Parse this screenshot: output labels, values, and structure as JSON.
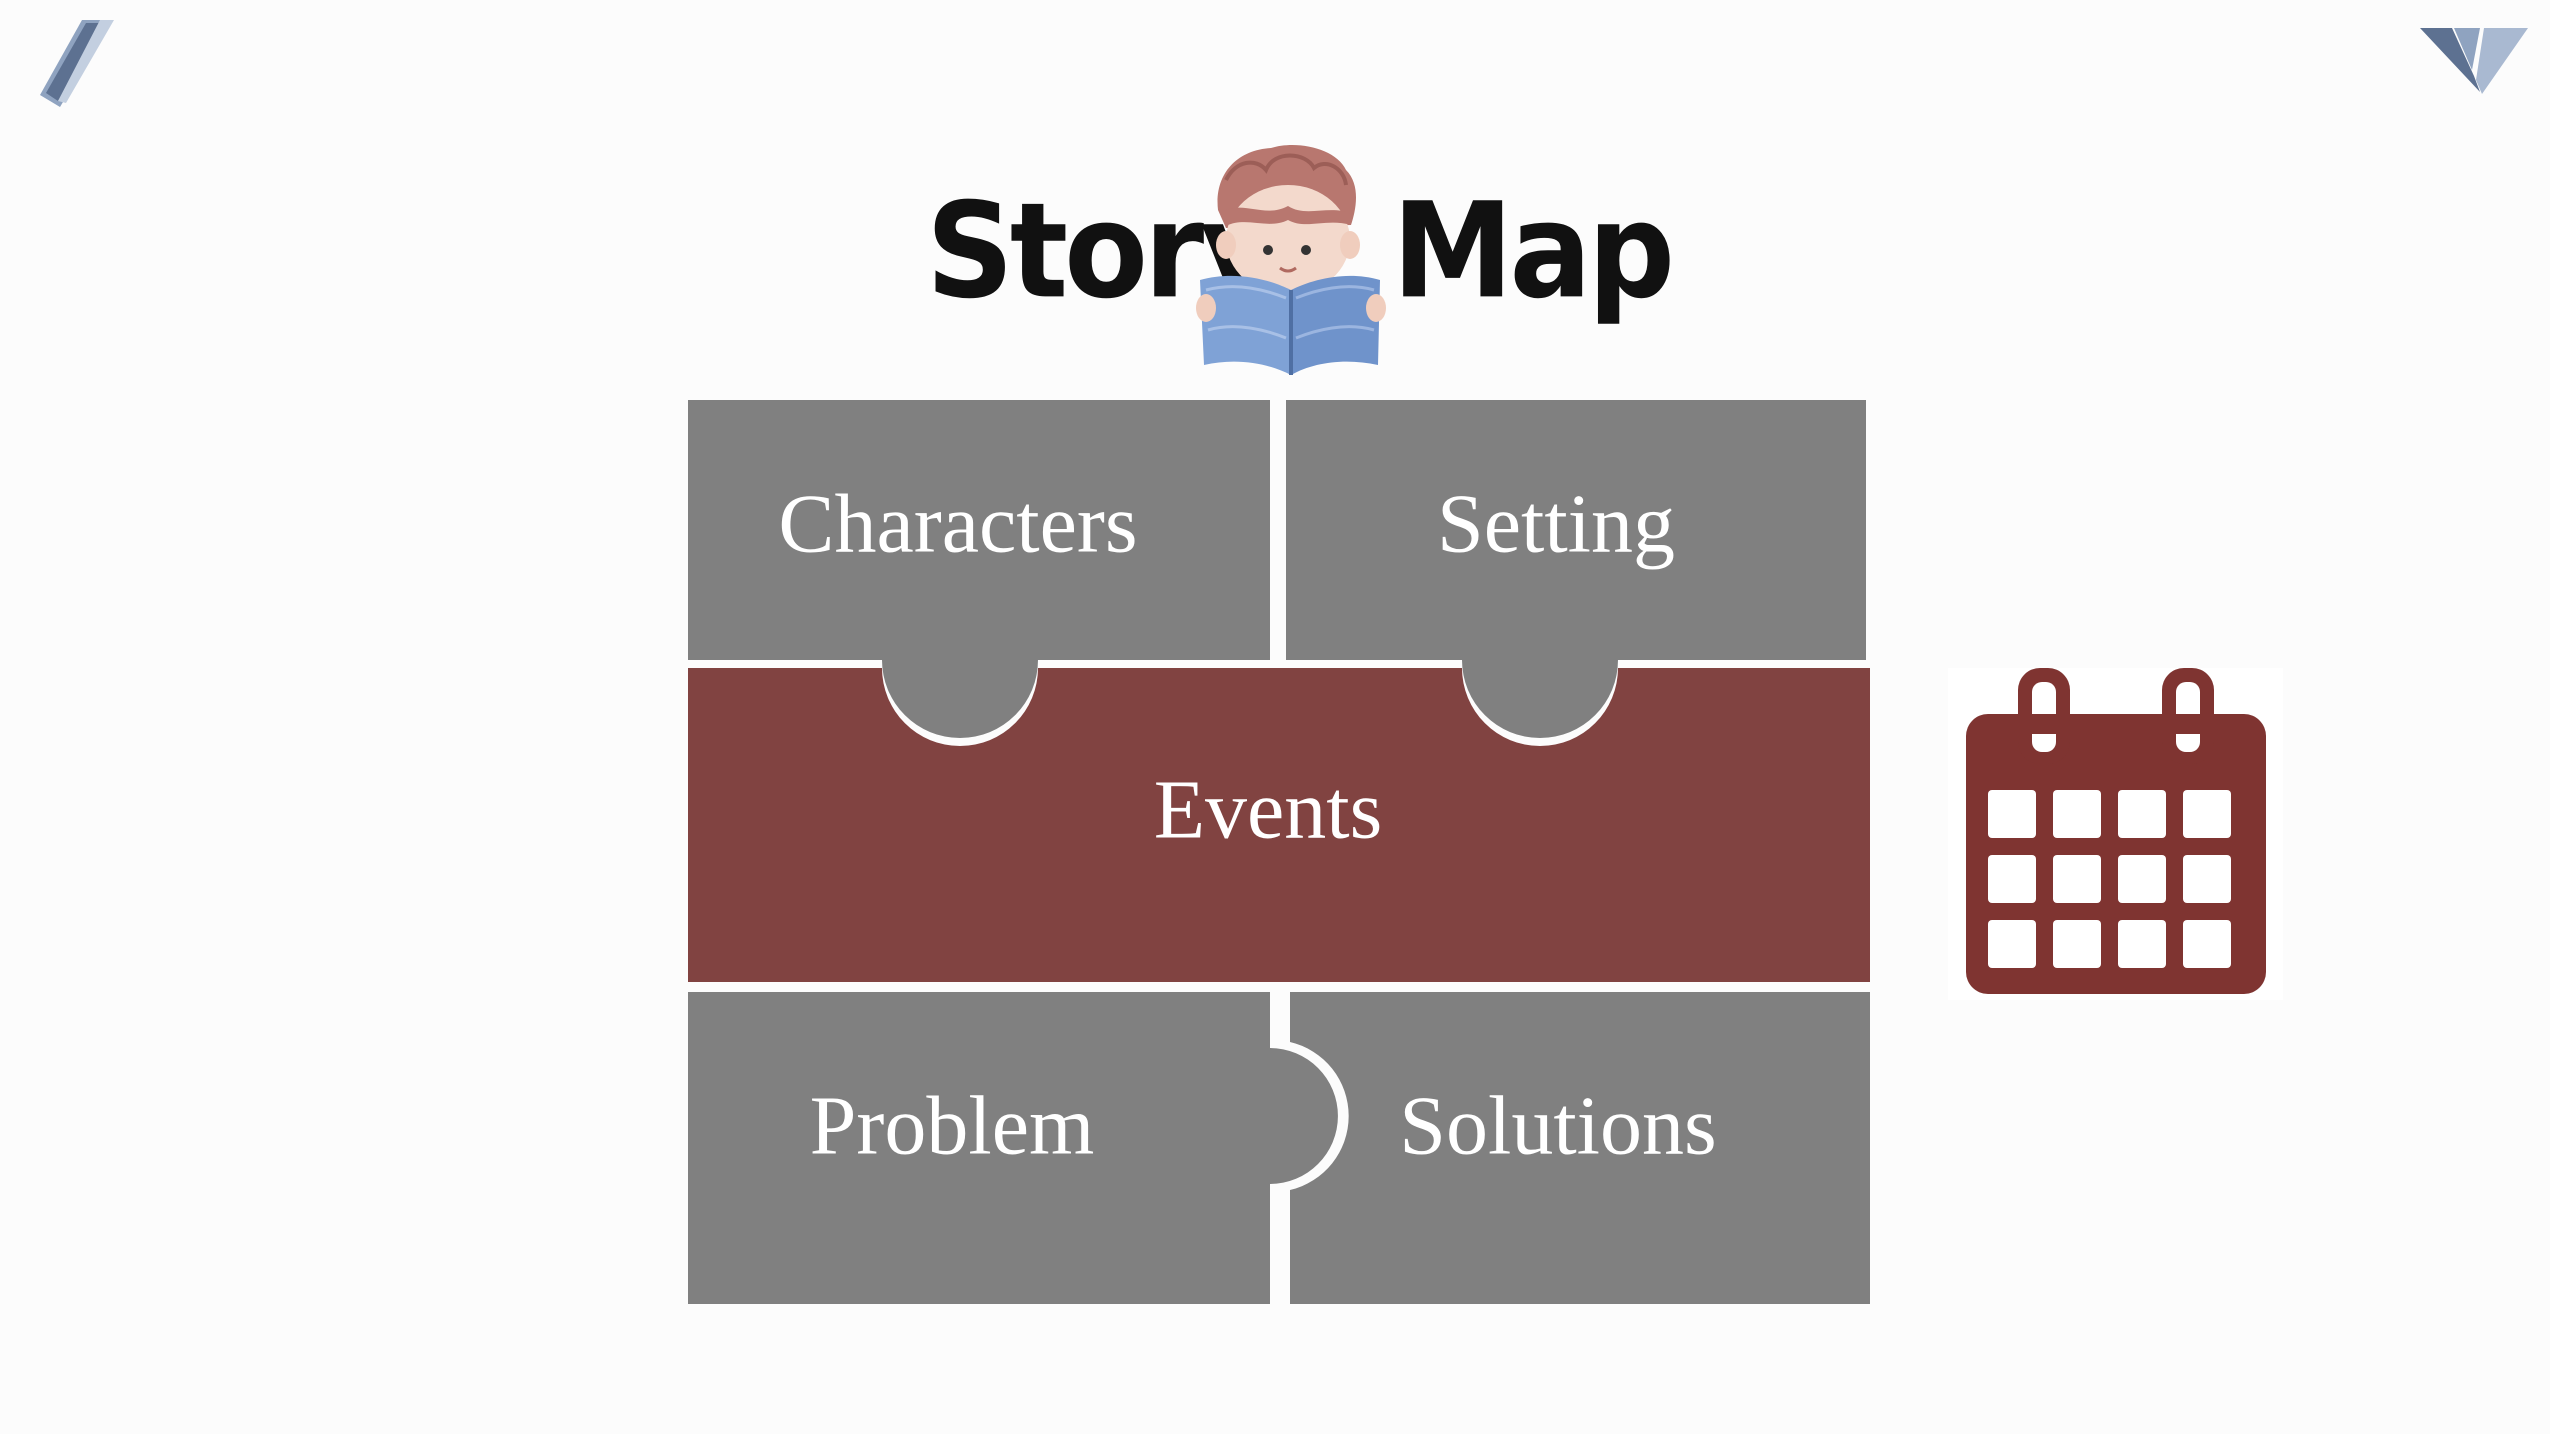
{
  "title": {
    "word_left": "Story",
    "word_right": "Map"
  },
  "pieces": {
    "characters": "Characters",
    "setting": "Setting",
    "events": "Events",
    "problem": "Problem",
    "solutions": "Solutions"
  },
  "colors": {
    "gray_piece": "#808080",
    "events_piece": "#814341",
    "calendar": "#7f3431",
    "background": "#fcfcfc"
  },
  "icons": {
    "calendar": "calendar-icon",
    "reader": "boy-reading-book-illustration",
    "corner_left": "diagonal-stripe-logo",
    "corner_right": "chevron-v-logo"
  }
}
